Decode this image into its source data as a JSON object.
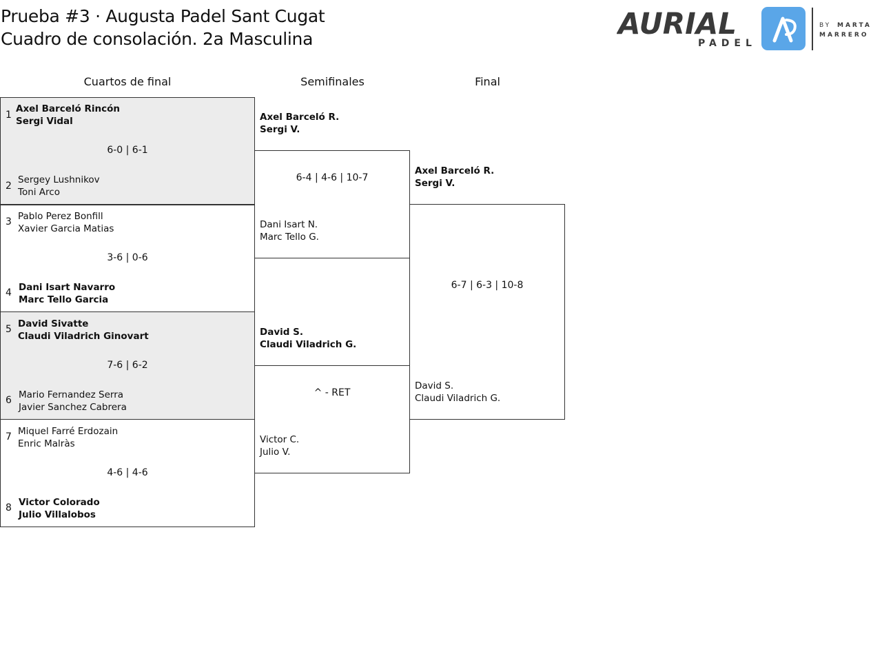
{
  "header": {
    "title_line1": "Prueba #3 · Augusta Padel Sant Cugat",
    "title_line2": "Cuadro de consolación. 2a Masculina"
  },
  "logo": {
    "brand": "AURIAL",
    "sub": "PADEL",
    "by": "BY",
    "author_first": "MARTA",
    "author_last": "MARRERO",
    "colors": {
      "text": "#3a3a3a",
      "badge": "#5aa6e8"
    }
  },
  "rounds": {
    "quarterfinals": "Cuartos de final",
    "semifinals": "Semifinales",
    "final": "Final"
  },
  "quarterfinals": [
    {
      "seed_a": "1",
      "seed_b": "2",
      "pair_a": [
        "Axel Barceló Rincón",
        "Sergi Vidal"
      ],
      "pair_b": [
        "Sergey Lushnikov",
        "Toni Arco"
      ],
      "score": "6-0 | 6-1"
    },
    {
      "seed_a": "3",
      "seed_b": "4",
      "pair_a": [
        "Pablo Perez Bonfill",
        "Xavier Garcia Matias"
      ],
      "pair_b": [
        "Dani Isart Navarro",
        "Marc Tello Garcia"
      ],
      "score": "3-6 | 0-6"
    },
    {
      "seed_a": "5",
      "seed_b": "6",
      "pair_a": [
        "David Sivatte",
        "Claudi Viladrich Ginovart"
      ],
      "pair_b": [
        "Mario Fernandez Serra",
        "Javier Sanchez Cabrera"
      ],
      "score": "7-6 | 6-2"
    },
    {
      "seed_a": "7",
      "seed_b": "8",
      "pair_a": [
        "Miquel Farré Erdozain",
        "Enric Malràs"
      ],
      "pair_b": [
        "Victor Colorado",
        "Julio Villalobos"
      ],
      "score": "4-6 | 4-6"
    }
  ],
  "semifinals": [
    {
      "pair_a": [
        "Axel Barceló R.",
        "Sergi V."
      ],
      "pair_b": [
        "Dani Isart N.",
        "Marc Tello G."
      ],
      "score": "6-4 | 4-6 | 10-7"
    },
    {
      "pair_a": [
        "David S.",
        "Claudi Viladrich G."
      ],
      "pair_b": [
        "Victor C.",
        "Julio V."
      ],
      "score": "^ - RET"
    }
  ],
  "final": {
    "pair_a": [
      "Axel Barceló R.",
      "Sergi V."
    ],
    "pair_b": [
      "David S.",
      "Claudi Viladrich G."
    ],
    "score": "6-7 | 6-3 | 10-8"
  }
}
